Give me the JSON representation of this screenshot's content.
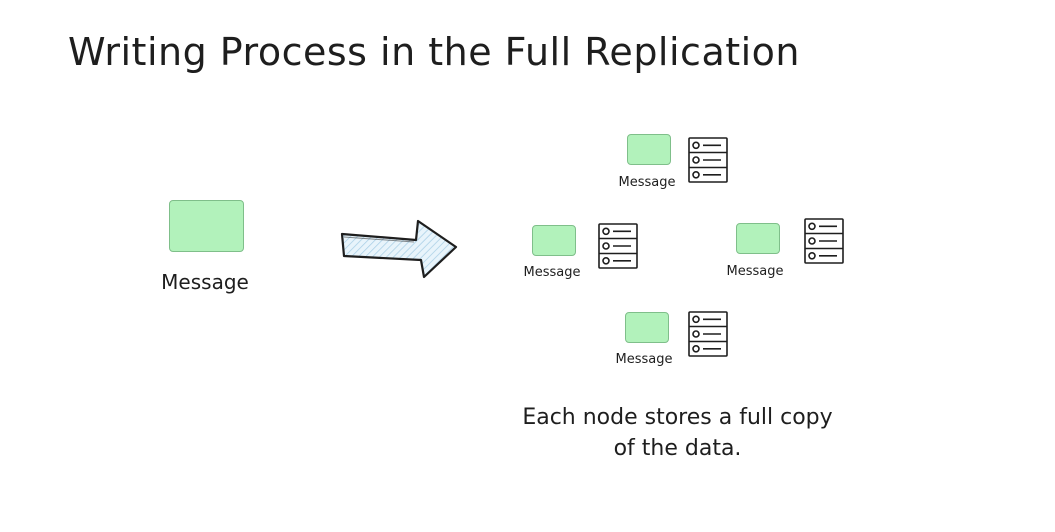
{
  "title": "Writing Process in the Full Replication",
  "source": {
    "label": "Message"
  },
  "nodes": [
    {
      "label": "Message"
    },
    {
      "label": "Message"
    },
    {
      "label": "Message"
    },
    {
      "label": "Message"
    }
  ],
  "caption": {
    "line1": "Each node stores a full copy",
    "line2": "of the data."
  },
  "colors": {
    "message_fill": "#b2f2bb",
    "arrow_fill": "#cfe6f3",
    "stroke": "#1e1e1e"
  },
  "icons": {
    "server": "server-rack-icon",
    "arrow": "right-arrow-icon"
  }
}
